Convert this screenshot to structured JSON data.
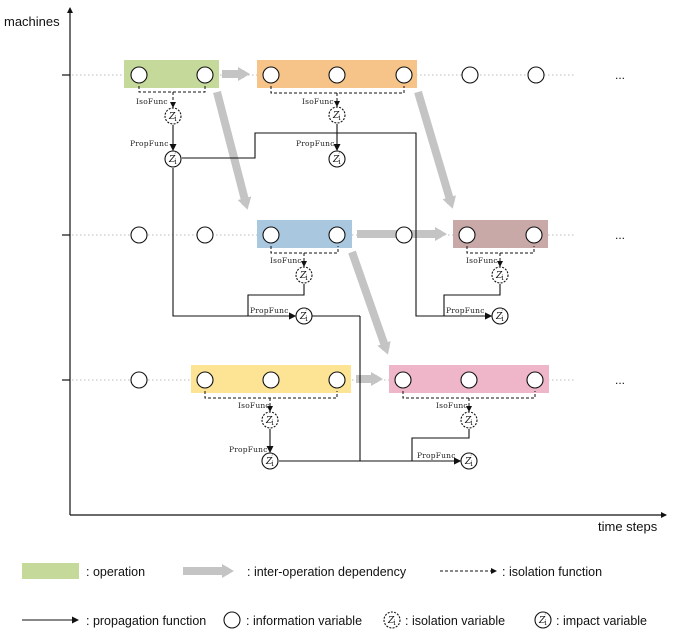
{
  "axes": {
    "y_label": "machines",
    "x_label": "time steps"
  },
  "ellipsis": "...",
  "function_labels": {
    "isolation": "IsoFunc",
    "propagation": "PropFunc"
  },
  "variable_glyph": "Z",
  "isolation_subscript": "i",
  "impact_superscript": "′",
  "legend": {
    "operation": ": operation",
    "dependency": ": inter-operation dependency",
    "isolation_function": ": isolation function",
    "propagation_function": ": propagation function",
    "information_variable": ": information variable",
    "isolation_variable": ": isolation variable",
    "impact_variable": ": impact variable"
  },
  "colors": {
    "green": "#c5d99a",
    "orange": "#f6c488",
    "blue": "#a9c8e0",
    "mauve": "#c9a8a8",
    "yellow": "#fde394",
    "pink": "#eeb6c8",
    "arrow_gray": "#c4c4c4"
  }
}
